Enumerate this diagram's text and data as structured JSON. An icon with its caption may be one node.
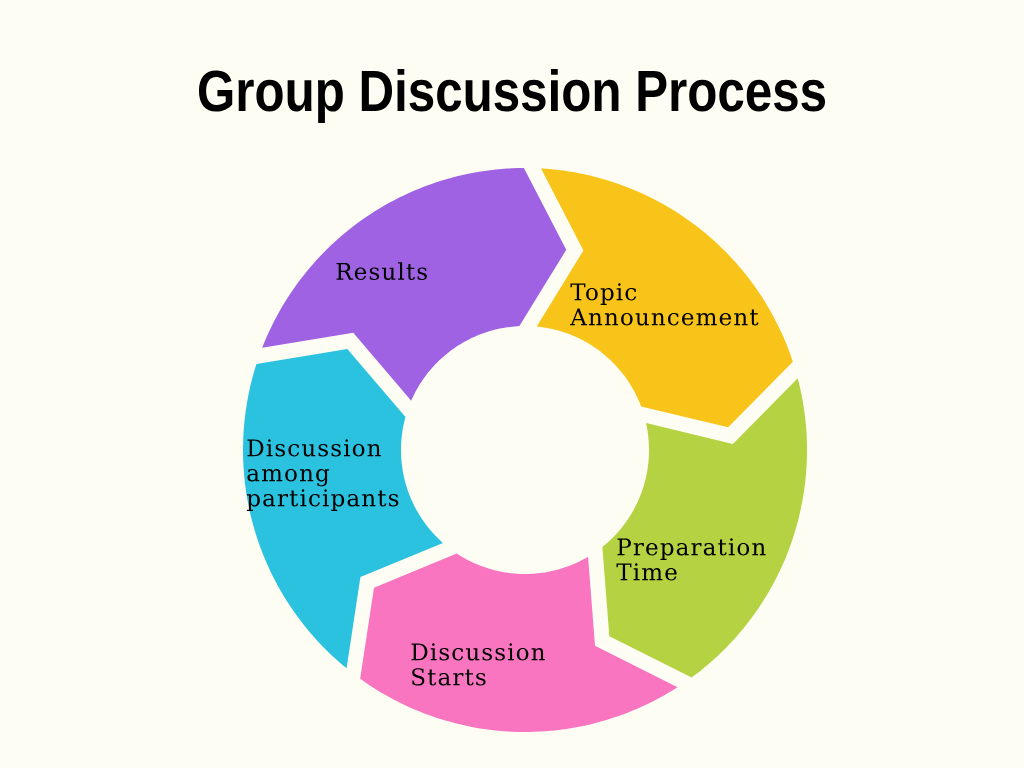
{
  "diagram": {
    "title": "Group Discussion Process",
    "nodes": [
      {
        "text": [
          "Topic Announcement"
        ]
      },
      {
        "text": [
          "Preparation Time"
        ]
      },
      {
        "text": [
          "Discussion Starts"
        ]
      },
      {
        "text": [
          "Discussion among participants"
        ]
      },
      {
        "text": [
          "Results"
        ]
      }
    ]
  }
}
